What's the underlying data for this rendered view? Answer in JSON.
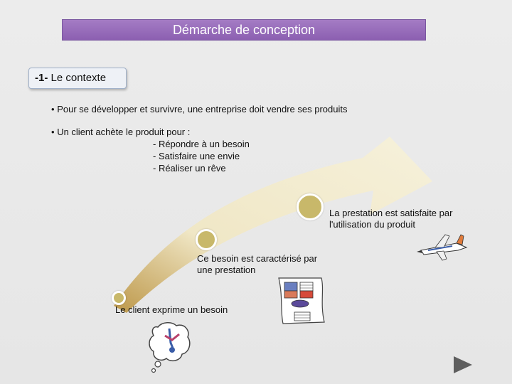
{
  "title": "Démarche de conception",
  "context": {
    "number": "-1-",
    "label": "Le contexte"
  },
  "bullets": [
    "Pour se développer et survivre, une entreprise doit vendre ses produits",
    "Un client achète le produit pour :"
  ],
  "sub_items": [
    "- Répondre à un besoin",
    "- Satisfaire une envie",
    "- Réaliser un rêve"
  ],
  "steps": [
    {
      "line1": "Le client exprime un besoin",
      "line2": ""
    },
    {
      "line1": "Ce besoin est caractérisé par",
      "line2": "une prestation"
    },
    {
      "line1": "La prestation est satisfaite par",
      "line2": "l'utilisation du produit"
    }
  ],
  "colors": {
    "title_bar": "#9a6fbd",
    "arrow": "#f3eed2",
    "node": "#c8b86a"
  },
  "icons": [
    "bullet-icon",
    "thought-bubble-icon",
    "document-diagram-icon",
    "airplane-icon",
    "next-arrow-icon"
  ]
}
